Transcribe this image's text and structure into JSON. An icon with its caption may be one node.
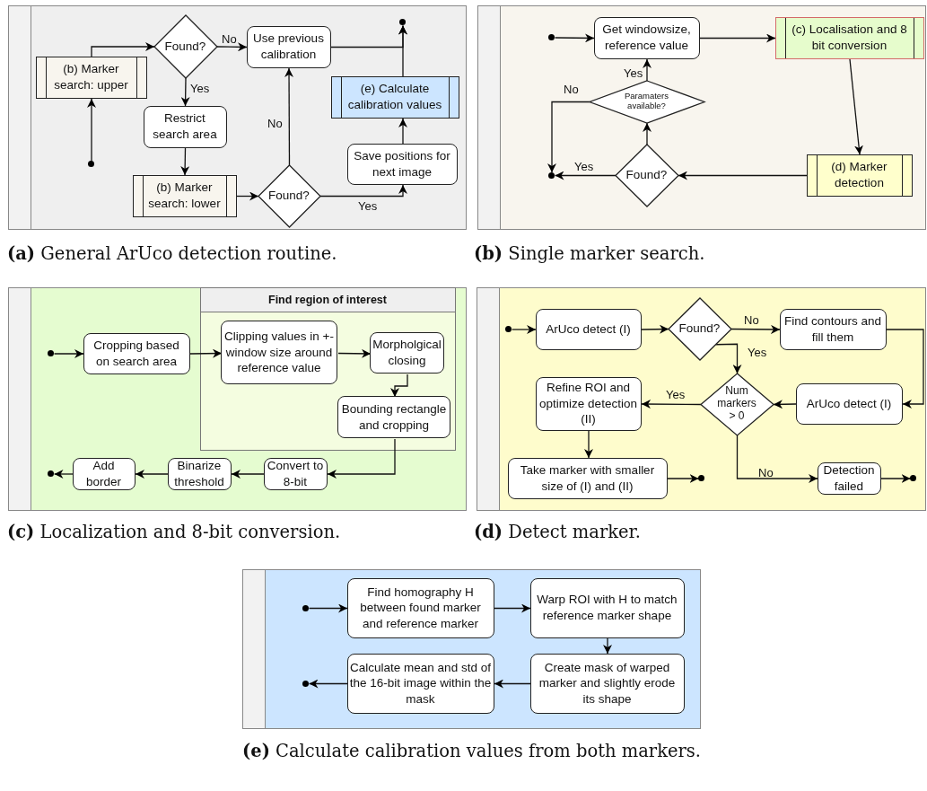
{
  "diagram": {
    "nodes": [
      {
        "text": [],
        "shape": "box",
        "beside": [
          "**(a)** General ArUco detection routine."
        ]
      },
      {
        "text": [
          "Found?"
        ],
        "in": 0
      },
      {
        "text": [],
        "shape": "circle",
        "in": 0
      },
      {
        "text": [
          "Use previous calibration"
        ],
        "in": 0
      },
      {
        "text": [
          "(b) Marker search: upper"
        ],
        "in": 0
      },
      {
        "text": [
          "Restrict search area"
        ],
        "in": 0
      },
      {
        "text": [
          "(e) Calculate calibration values"
        ],
        "in": 0
      },
      {
        "text": [
          "Save positions for next image"
        ],
        "in": 0
      },
      {
        "text": [],
        "shape": "circle",
        "in": 0
      },
      {
        "text": [
          "(b) Marker search: lower"
        ],
        "in": 0
      },
      {
        "text": [
          "Found?"
        ],
        "in": 0
      },
      {
        "text": [],
        "shape": "box",
        "beside": [
          "**(b)** Single marker search."
        ]
      },
      {
        "text": [
          "Get windowsize, reference value"
        ],
        "in": 11
      },
      {
        "text": [
          "(c) Localisation and 8 bit conversion"
        ],
        "in": 11
      },
      {
        "text": [],
        "shape": "circle",
        "in": 11
      },
      {
        "text": [
          "Paramaters available?"
        ],
        "in": 11
      },
      {
        "text": [
          "Found?"
        ],
        "in": 11
      },
      {
        "text": [
          "(d) Marker detection"
        ],
        "in": 11
      },
      {
        "text": [],
        "shape": "circle",
        "in": 11
      },
      {
        "text": [],
        "shape": "box",
        "beside": [
          "**(c)** Localization and 8-bit conversion."
        ]
      },
      {
        "text": [
          "Find region of interest"
        ],
        "in": 19
      },
      {
        "text": [],
        "shape": "circle",
        "in": 19
      },
      {
        "text": [
          "Cropping based on search area"
        ],
        "in": 19
      },
      {
        "text": [
          "Clipping values in +- window size around reference value"
        ],
        "in": 20
      },
      {
        "text": [
          "Morpholgical closing"
        ],
        "in": 20
      },
      {
        "text": [
          "Bounding rectangle and cropping"
        ],
        "in": 20
      },
      {
        "text": [],
        "shape": "circle",
        "in": 19
      },
      {
        "text": [
          "Add border"
        ],
        "in": 19
      },
      {
        "text": [
          "Binarize threshold"
        ],
        "in": 19
      },
      {
        "text": [
          "Convert to 8-bit"
        ],
        "in": 19
      },
      {
        "text": [],
        "shape": "box",
        "beside": [
          "**(d)** Detect marker."
        ]
      },
      {
        "text": [],
        "shape": "circle",
        "in": 30
      },
      {
        "text": [
          "ArUco detect (I)"
        ],
        "in": 30
      },
      {
        "text": [
          "Found?"
        ],
        "in": 30
      },
      {
        "text": [
          "Find contours and fill them"
        ],
        "in": 30
      },
      {
        "text": [
          "Num markers > 0"
        ],
        "in": 30
      },
      {
        "text": [
          "Refine ROI and optimize detection (II)"
        ],
        "in": 30
      },
      {
        "text": [
          "ArUco detect (I)"
        ],
        "in": 30
      },
      {
        "text": [
          "Take marker with smaller size of (I) and (II)"
        ],
        "in": 30
      },
      {
        "text": [],
        "shape": "circle",
        "in": 30
      },
      {
        "text": [
          "Detection failed"
        ],
        "in": 30
      },
      {
        "text": [],
        "shape": "circle",
        "in": 30
      },
      {
        "text": [],
        "shape": "box",
        "beside": [
          "**(e)** Calculate calibration values from both markers."
        ]
      },
      {
        "text": [],
        "shape": "circle",
        "in": 42
      },
      {
        "text": [
          "Find homography H between found marker and reference marker"
        ],
        "in": 42
      },
      {
        "text": [
          "Warp ROI with H to match reference marker shape"
        ],
        "in": 42
      },
      {
        "text": [
          "Calculate mean and std of the 16-bit image within the mask"
        ],
        "in": 42
      },
      {
        "text": [
          "Create mask of warped marker and slightly erode its shape"
        ],
        "in": 42
      },
      {
        "text": [],
        "shape": "circle",
        "in": 42
      }
    ],
    "edges": [
      {
        "from": 8,
        "to": 4,
        "arrow": "to"
      },
      {
        "from": 4,
        "to": 1,
        "arrow": "to"
      },
      {
        "from": 1,
        "to": 3,
        "arrow": "to",
        "label": "No"
      },
      {
        "from": 1,
        "to": 5,
        "arrow": "to",
        "label": "Yes"
      },
      {
        "from": 5,
        "to": 9,
        "arrow": "to"
      },
      {
        "from": 9,
        "to": 10,
        "arrow": "to"
      },
      {
        "from": 10,
        "to": 3,
        "arrow": "to",
        "label": "No"
      },
      {
        "from": 10,
        "to": 7,
        "arrow": "to",
        "label": "Yes"
      },
      {
        "from": 7,
        "to": 6,
        "arrow": "to"
      },
      {
        "from": 3,
        "to": 2,
        "arrow": "to"
      },
      {
        "from": 6,
        "to": 2,
        "arrow": "to"
      },
      {
        "from": 14,
        "to": 12,
        "arrow": "to"
      },
      {
        "from": 12,
        "to": 13,
        "arrow": "to"
      },
      {
        "from": 13,
        "to": 17,
        "arrow": "to"
      },
      {
        "from": 17,
        "to": 16,
        "arrow": "to"
      },
      {
        "from": 16,
        "to": 18,
        "arrow": "to",
        "label": "Yes"
      },
      {
        "from": 16,
        "to": 15,
        "arrow": "to"
      },
      {
        "from": 15,
        "to": 12,
        "arrow": "to",
        "label": "Yes"
      },
      {
        "from": 15,
        "to": 18,
        "arrow": "to",
        "label": "No"
      },
      {
        "from": 21,
        "to": 22,
        "arrow": "to"
      },
      {
        "from": 22,
        "to": 23,
        "arrow": "to"
      },
      {
        "from": 23,
        "to": 24,
        "arrow": "to"
      },
      {
        "from": 24,
        "to": 25,
        "arrow": "to"
      },
      {
        "from": 25,
        "to": 29,
        "arrow": "to"
      },
      {
        "from": 29,
        "to": 28,
        "arrow": "to"
      },
      {
        "from": 28,
        "to": 27,
        "arrow": "to"
      },
      {
        "from": 27,
        "to": 26,
        "arrow": "to"
      },
      {
        "from": 31,
        "to": 32,
        "arrow": "to"
      },
      {
        "from": 32,
        "to": 33,
        "arrow": "to"
      },
      {
        "from": 33,
        "to": 34,
        "arrow": "to",
        "label": "No"
      },
      {
        "from": 33,
        "to": 35,
        "arrow": "to",
        "label": "Yes"
      },
      {
        "from": 34,
        "to": 37,
        "arrow": "to"
      },
      {
        "from": 37,
        "to": 35,
        "arrow": "to"
      },
      {
        "from": 35,
        "to": 36,
        "arrow": "to",
        "label": "Yes"
      },
      {
        "from": 36,
        "to": 38,
        "arrow": "to"
      },
      {
        "from": 38,
        "to": 39,
        "arrow": "to"
      },
      {
        "from": 35,
        "to": 40,
        "arrow": "to",
        "label": "No"
      },
      {
        "from": 40,
        "to": 41,
        "arrow": "to"
      },
      {
        "from": 43,
        "to": 44,
        "arrow": "to"
      },
      {
        "from": 44,
        "to": 45,
        "arrow": "to"
      },
      {
        "from": 45,
        "to": 47,
        "arrow": "to"
      },
      {
        "from": 47,
        "to": 46,
        "arrow": "to"
      },
      {
        "from": 46,
        "to": 48,
        "arrow": "to"
      }
    ]
  }
}
